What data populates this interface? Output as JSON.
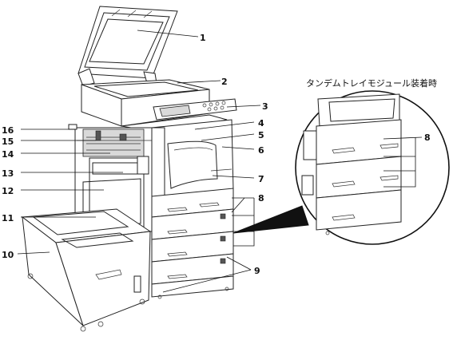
{
  "figure": {
    "inset_caption": "タンデムトレイモジュール装着時",
    "inset_callout": "8"
  },
  "callouts": [
    {
      "n": "1"
    },
    {
      "n": "2"
    },
    {
      "n": "3"
    },
    {
      "n": "4"
    },
    {
      "n": "5"
    },
    {
      "n": "6"
    },
    {
      "n": "7"
    },
    {
      "n": "8"
    },
    {
      "n": "9"
    },
    {
      "n": "10"
    },
    {
      "n": "11"
    },
    {
      "n": "12"
    },
    {
      "n": "13"
    },
    {
      "n": "14"
    },
    {
      "n": "15"
    },
    {
      "n": "16"
    }
  ]
}
